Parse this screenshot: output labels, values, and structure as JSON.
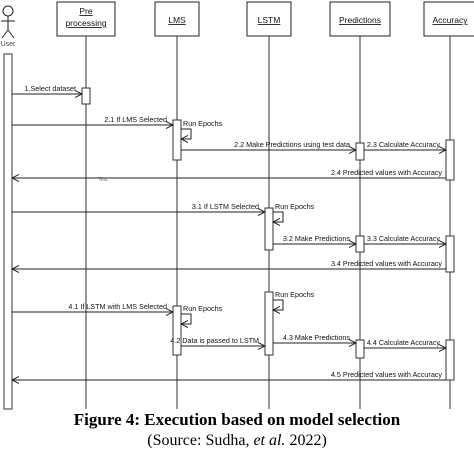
{
  "participants": [
    {
      "id": "user",
      "label": "User",
      "kind": "actor"
    },
    {
      "id": "pre",
      "label": [
        "Pre",
        "processing"
      ]
    },
    {
      "id": "lms",
      "label": "LMS"
    },
    {
      "id": "lstm",
      "label": "LSTM"
    },
    {
      "id": "pred",
      "label": "Predictions"
    },
    {
      "id": "acc",
      "label": "Accuracy"
    }
  ],
  "messages": [
    {
      "from": "user",
      "to": "pre",
      "label": "1.Select dataset"
    },
    {
      "from": "user",
      "to": "lms",
      "label": "2.1 If LMS Selected"
    },
    {
      "self": "lms",
      "label": "Run Epochs"
    },
    {
      "from": "lms",
      "to": "pred",
      "label": "2.2 Make Predictions using test data"
    },
    {
      "from": "pred",
      "to": "acc",
      "label": "2.3 Calculate Accuracy"
    },
    {
      "from": "acc",
      "to": "user",
      "label": "2.4 Predicted values with Accuracy"
    },
    {
      "from": "user",
      "to": "lstm",
      "label": "3.1 If LSTM Selected"
    },
    {
      "self": "lstm",
      "label": "Run Epochs"
    },
    {
      "from": "lstm",
      "to": "pred",
      "label": "3.2 Make Predictions"
    },
    {
      "from": "pred",
      "to": "acc",
      "label": "3.3 Calculate Accuracy"
    },
    {
      "from": "acc",
      "to": "user",
      "label": "3.4 Predicted values with Accuracy"
    },
    {
      "self": "lstm",
      "label": "Run Epochs"
    },
    {
      "from": "user",
      "to": "lms",
      "label": "4.1 If LSTM with LMS Selected"
    },
    {
      "self": "lms",
      "label": "Run Epochs"
    },
    {
      "from": "lms",
      "to": "lstm",
      "label": "4.2 Data is passed to LSTM"
    },
    {
      "from": "lstm",
      "to": "pred",
      "label": "4.3 Make Predictions"
    },
    {
      "from": "pred",
      "to": "acc",
      "label": "4.4 Calculate Accuracy"
    },
    {
      "from": "acc",
      "to": "user",
      "label": "4.5 Predicted values with Accuracy"
    }
  ],
  "stray_text": "Test",
  "caption": {
    "title": "Figure 4: Execution based on model selection",
    "source_prefix": "(Source: Sudha, ",
    "source_italic": "et al.",
    "source_suffix": " 2022)"
  }
}
